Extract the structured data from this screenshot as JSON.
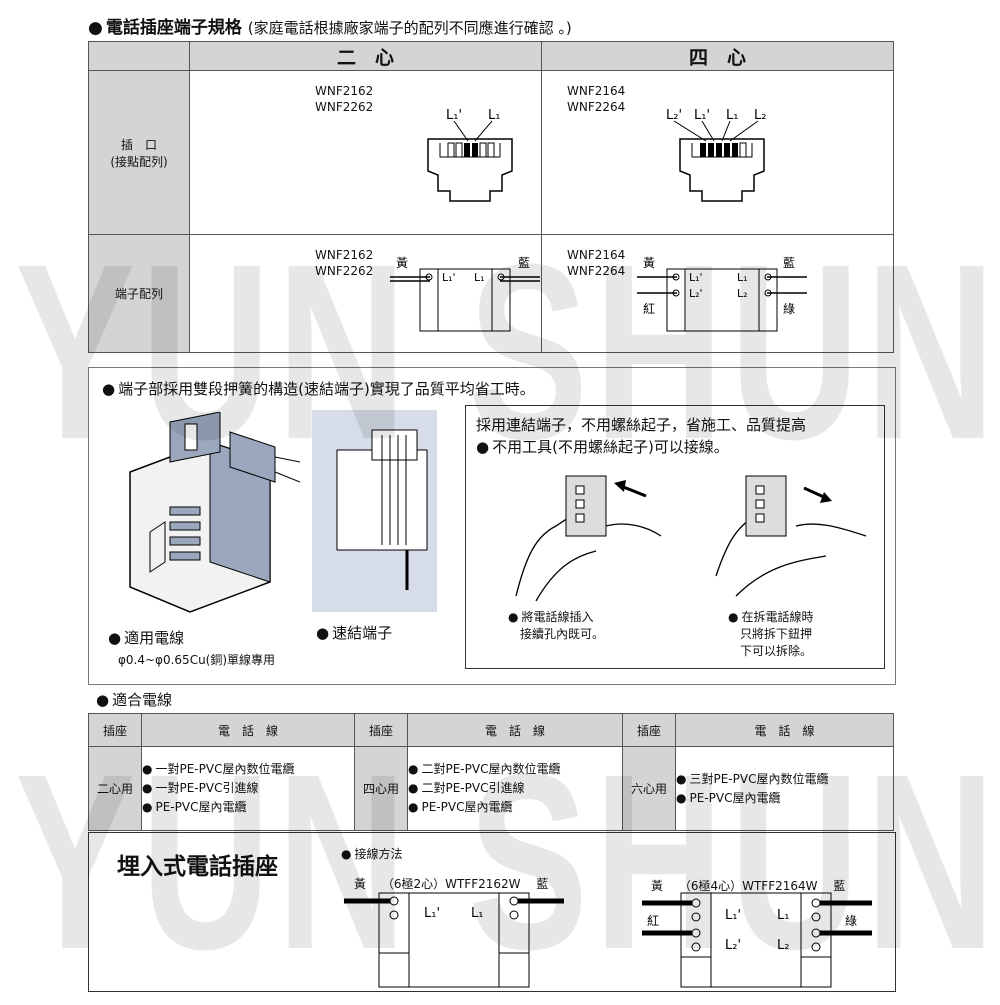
{
  "spec": {
    "title": "電話插座端子規格",
    "note": "(家庭電話根據廠家端子的配列不同應進行確認 。)",
    "col_two": "二　心",
    "col_four": "四　心",
    "row_jack": "插　口",
    "row_jack_sub": "(接點配列)",
    "row_term": "端子配列",
    "two_models": [
      "WNF2162",
      "WNF2262"
    ],
    "four_models": [
      "WNF2164",
      "WNF2264"
    ],
    "labels": {
      "l1p": "L1'",
      "l1": "L1",
      "l2p": "L2'",
      "l2": "L2",
      "yellow": "黃",
      "blue": "藍",
      "red": "紅",
      "green": "綠"
    }
  },
  "terminal": {
    "title": "端子部採用雙段押簧的構造(速結端子)實現了品質平均省工時。",
    "wire_title": "適用電線",
    "wire_spec": "φ0.4~φ0.65Cu(銅)單線專用",
    "quick_label": "速結端子",
    "box_line1": "採用連結端子，不用螺絲起子，省施工、品質提高",
    "box_line2": "不用工具(不用螺絲起子)可以接線。",
    "insert_1": "將電話線插入",
    "insert_2": "接續孔內既可。",
    "remove_1": "在拆電話線時",
    "remove_2": "只將拆下鈕押",
    "remove_3": "下可以拆除。"
  },
  "wires": {
    "title": "適合電線",
    "h_socket": "插座",
    "h_wire": "電　話　線",
    "rows": [
      {
        "cat": "二心用",
        "items": [
          "一對PE-PVC屋內数位電纜",
          "一對PE-PVC引進線",
          "PE-PVC屋內電纜"
        ]
      },
      {
        "cat": "四心用",
        "items": [
          "二對PE-PVC屋內数位電纜",
          "二對PE-PVC引進線",
          "PE-PVC屋內電纜"
        ]
      },
      {
        "cat": "六心用",
        "items": [
          "三對PE-PVC屋內数位電纜",
          "PE-PVC屋內電纜"
        ]
      }
    ]
  },
  "bottom": {
    "title": "埋入式電話插座",
    "method": "接線方法",
    "left_model": "（6極2心）WTFF2162W",
    "right_model": "（6極4心）WTFF2164W"
  },
  "watermark": "YUN SHUN"
}
